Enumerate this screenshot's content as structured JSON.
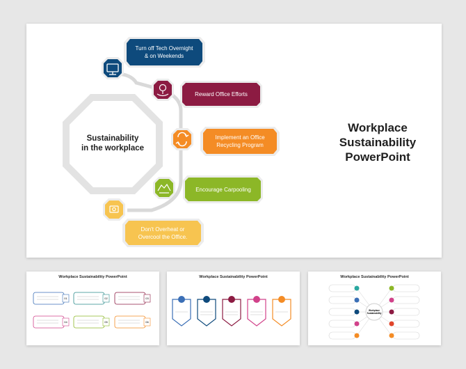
{
  "main": {
    "title": "Workplace Sustainability PowerPoint",
    "hub_label_line1": "Sustainability",
    "hub_label_line2": "in the workplace",
    "items": [
      {
        "line1": "Turn off Tech Overnight",
        "line2": "& on Weekends",
        "color": "#0e4a7c",
        "icon": "monitor-icon"
      },
      {
        "line1": "Reward Office  Efforts",
        "line2": "",
        "color": "#8c1b42",
        "icon": "award-icon"
      },
      {
        "line1": "Implement an Office",
        "line2": "Recycling Program",
        "color": "#f48c25",
        "icon": "recycle-icon"
      },
      {
        "line1": "Encourage Carpooling",
        "line2": "",
        "color": "#8cb727",
        "icon": "handshake-icon"
      },
      {
        "line1": "Don't Overheat or",
        "line2": "Overcool the Office.",
        "color": "#f7c450",
        "icon": "thermometer-icon"
      }
    ]
  },
  "thumbnails": [
    {
      "title": "Workplace Sustainability PowerPoint",
      "numbers": [
        "01",
        "02",
        "03",
        "04",
        "05",
        "06"
      ]
    },
    {
      "title": "Workplace Sustainability PowerPoint"
    },
    {
      "title": "Workplace Sustainability PowerPoint",
      "center_line1": "Workplace",
      "center_line2": "Sustainability"
    }
  ]
}
